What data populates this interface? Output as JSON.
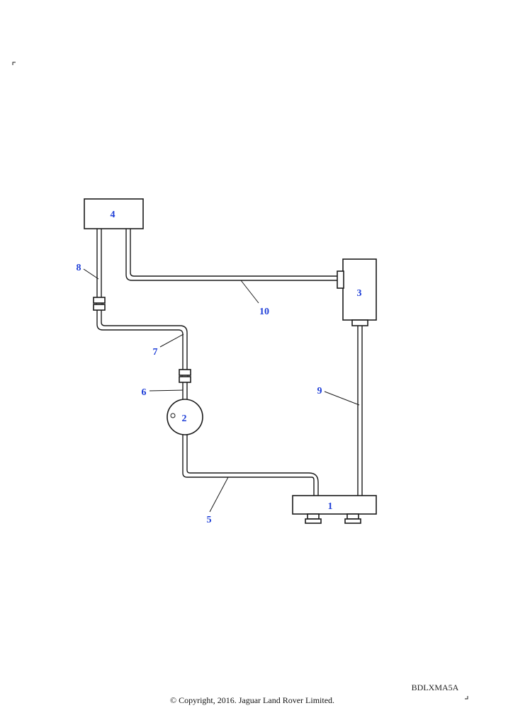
{
  "diagram": {
    "callouts": {
      "c1": "1",
      "c2": "2",
      "c3": "3",
      "c4": "4",
      "c5": "5",
      "c6": "6",
      "c7": "7",
      "c8": "8",
      "c9": "9",
      "c10": "10"
    },
    "reference_code": "BDLXMA5A",
    "copyright": "© Copyright, 2016. Jaguar Land Rover Limited.",
    "colors": {
      "callout": "#1f3fd8",
      "line": "#1a1a1a",
      "background": "#ffffff"
    }
  }
}
